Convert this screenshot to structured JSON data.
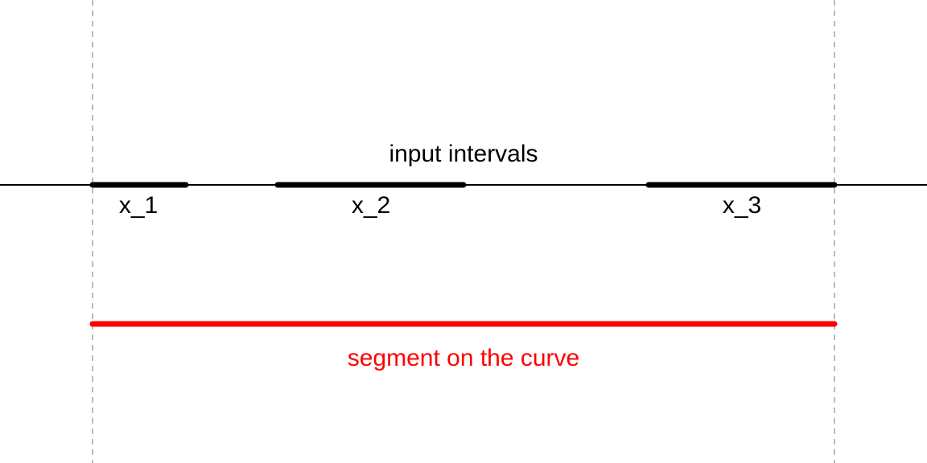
{
  "diagram": {
    "title": "input intervals",
    "intervals": [
      {
        "label": "x_1"
      },
      {
        "label": "x_2"
      },
      {
        "label": "x_3"
      }
    ],
    "segment": {
      "label": "segment on the curve",
      "color": "#ff0000"
    },
    "interval_color": "#000000",
    "guide_color": "#bbbbbb"
  }
}
